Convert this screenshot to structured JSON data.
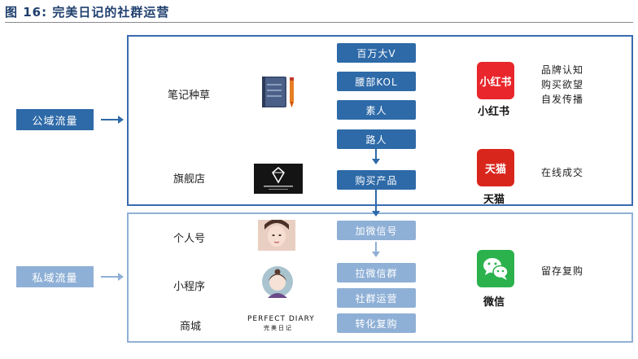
{
  "figure": {
    "title": "图 16: 完美日记的社群运营"
  },
  "left_labels": {
    "public": "公域流量",
    "private": "私域流量"
  },
  "public_channels": {
    "notes": "笔记种草",
    "flagship": "旗舰店"
  },
  "private_channels": {
    "personal": "个人号",
    "mini_program": "小程序",
    "mall": "商城"
  },
  "funnel": {
    "public": [
      "百万大V",
      "腰部KOL",
      "素人",
      "路人"
    ],
    "purchase": "购买产品",
    "private": [
      "加微信号",
      "拉微信群",
      "社群运营",
      "转化复购"
    ]
  },
  "brands": {
    "xiaohongshu": {
      "logo_text": "小红书",
      "caption": "小红书"
    },
    "tmall": {
      "logo_text": "天猫",
      "caption": "天猫"
    },
    "wechat": {
      "caption": "微信"
    },
    "perfect_diary": {
      "name_en": "PERFECT DIARY",
      "name_cn": "完美日记"
    }
  },
  "outcomes": {
    "xiaohongshu": [
      "品牌认知",
      "购买欲望",
      "自发传播"
    ],
    "tmall": "在线成交",
    "wechat": "留存复购"
  },
  "colors": {
    "dark_blue": "#2e6aa8",
    "light_blue": "#8fb0d6",
    "xhs_red": "#e8262c",
    "tmall_red": "#d9261c",
    "wechat_green": "#2bb24c"
  }
}
